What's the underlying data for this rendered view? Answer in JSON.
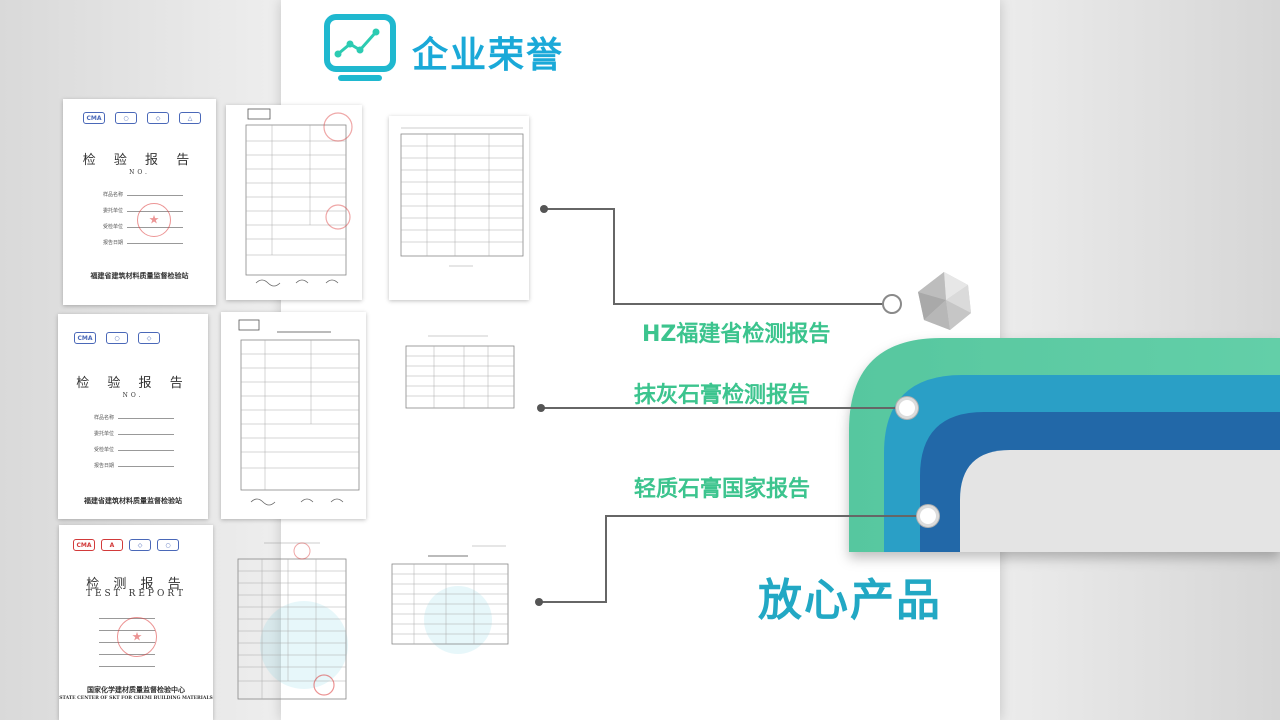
{
  "header": {
    "title": "企业荣誉",
    "icon": "chart-monitor-icon"
  },
  "certificates": [
    {
      "name": "检 验 报 告",
      "report_no": "NO.",
      "fields": [
        "样品名称",
        "委托单位",
        "受检单位",
        "报告日期"
      ],
      "org": "福建省建筑材料质量监督检验站"
    },
    {
      "name": "检 验 报 告",
      "report_no": "NO.",
      "fields": [
        "样品名称",
        "委托单位",
        "受检单位",
        "报告日期"
      ],
      "org": "福建省建筑材料质量监督检验站"
    },
    {
      "name": "检 测 报 告",
      "subtitle": "TEST REPORT",
      "org": "国家化学建材质量监督检验中心",
      "org_en": "STATE CENTER OF SKT FOR CHEMI BUILDING MATERIALS"
    }
  ],
  "report_labels": [
    "HZ福建省检测报告",
    "抹灰石膏检测报告",
    "轻质石膏国家报告"
  ],
  "bottom_title": "放心产品",
  "colors": {
    "title_blue": "#1aa9d8",
    "label_green": "#3cc48e",
    "band_green": "#5cc8a2",
    "band_teal": "#2b9fc6",
    "band_blue": "#2168a8",
    "product_title": "#22a8c4"
  }
}
